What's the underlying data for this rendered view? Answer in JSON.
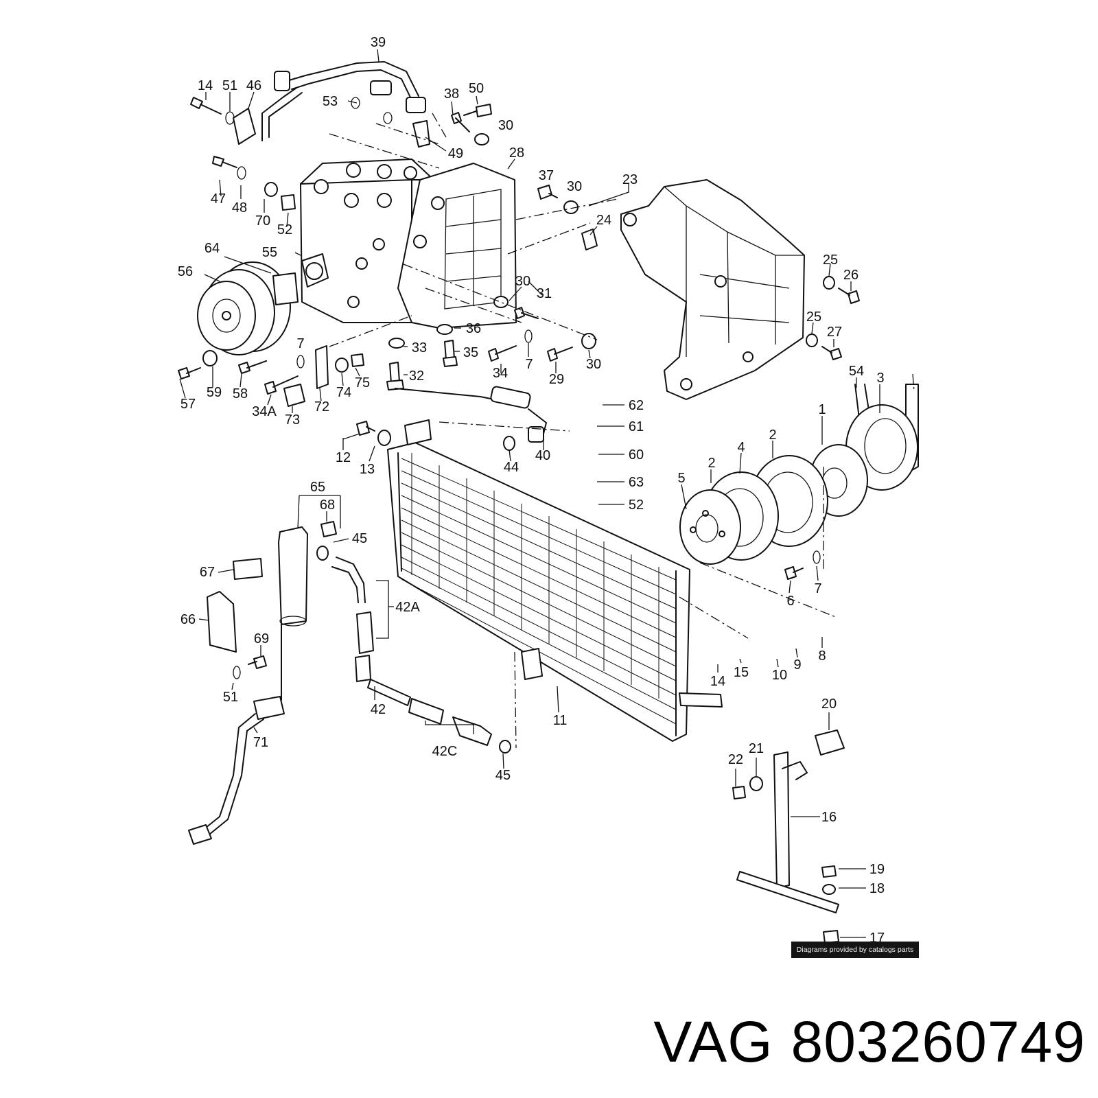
{
  "callouts": [
    "39",
    "14",
    "51",
    "46",
    "53",
    "38",
    "50",
    "30",
    "49",
    "28",
    "47",
    "48",
    "70",
    "52",
    "64",
    "55",
    "56",
    "37",
    "24",
    "23",
    "25",
    "26",
    "31",
    "36",
    "33",
    "35",
    "34",
    "7",
    "29",
    "57",
    "59",
    "58",
    "34A",
    "73",
    "72",
    "74",
    "75",
    "32",
    "62",
    "61",
    "60",
    "63",
    "44",
    "40",
    "12",
    "13",
    "54",
    "3",
    "1",
    "2",
    "4",
    "5",
    "6",
    "8",
    "9",
    "10",
    "15",
    "11",
    "65",
    "68",
    "45",
    "67",
    "42A",
    "66",
    "69",
    "42",
    "71",
    "42C",
    "20",
    "21",
    "22",
    "16",
    "19",
    "18",
    "17",
    "27"
  ],
  "credit": "Diagrams provided by catalogs parts",
  "brand": "VAG",
  "part_number": "803260749"
}
